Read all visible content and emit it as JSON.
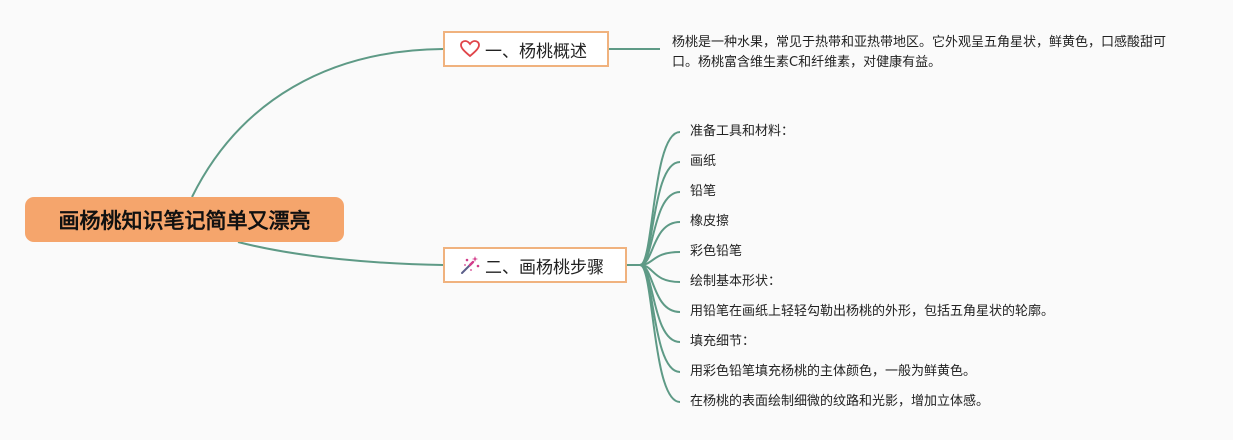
{
  "root": {
    "title": "画杨桃知识笔记简单又漂亮"
  },
  "branches": [
    {
      "label": "一、杨桃概述",
      "icon": "heart-icon",
      "children": [
        "杨桃是一种水果，常见于热带和亚热带地区。它外观呈五角星状，鲜黄色，口感酸甜可口。杨桃富含维生素C和纤维素，对健康有益。"
      ]
    },
    {
      "label": "二、画杨桃步骤",
      "icon": "magic-wand-icon",
      "children": [
        "准备工具和材料：",
        "画纸",
        "铅笔",
        "橡皮擦",
        "彩色铅笔",
        "绘制基本形状：",
        "用铅笔在画纸上轻轻勾勒出杨桃的外形，包括五角星状的轮廓。",
        "填充细节：",
        "用彩色铅笔填充杨桃的主体颜色，一般为鲜黄色。",
        "在杨桃的表面绘制细微的纹路和光影，增加立体感。"
      ]
    }
  ],
  "colors": {
    "root_fill": "#f5a56c",
    "branch_border": "#f0b27e",
    "connector": "#5e9a86",
    "heart": "#e0454a",
    "wand": "#d23c8a"
  }
}
